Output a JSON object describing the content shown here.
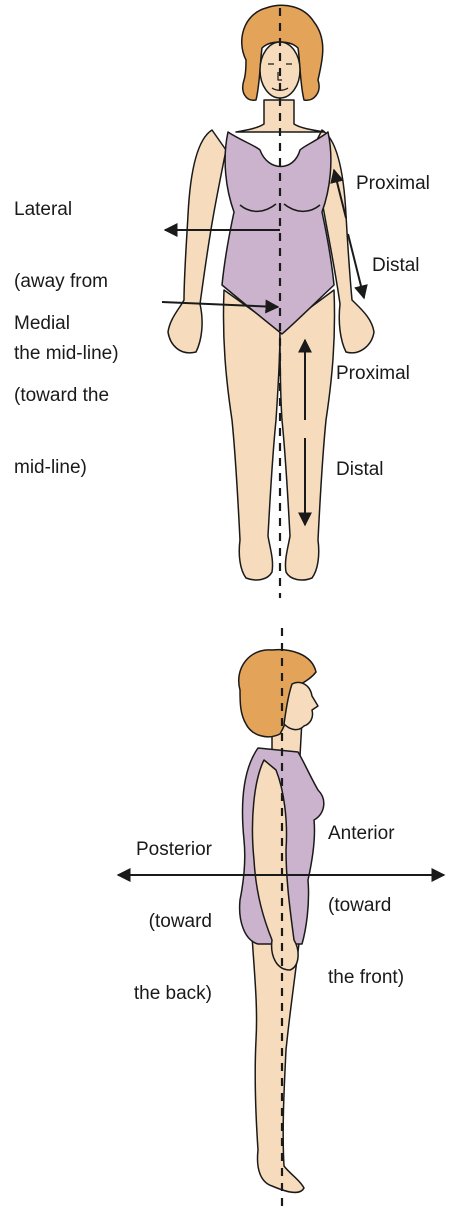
{
  "colors": {
    "skin": "#f6dcbc",
    "swimsuit": "#cbb3cd",
    "hair": "#e3a45a",
    "outline": "#1a1a1a",
    "background": "#ffffff"
  },
  "front_view": {
    "lateral": {
      "line1": "Lateral",
      "line2": "(away from",
      "line3": "the mid-line)"
    },
    "medial": {
      "line1": "Medial",
      "line2": "(toward the",
      "line3": "mid-line)"
    },
    "arm_proximal": "Proximal",
    "arm_distal": "Distal",
    "leg_proximal": "Proximal",
    "leg_distal": "Distal"
  },
  "side_view": {
    "posterior": {
      "line1": "Posterior",
      "line2": "(toward",
      "line3": "the back)"
    },
    "anterior": {
      "line1": "Anterior",
      "line2": "(toward",
      "line3": "the front)"
    }
  }
}
